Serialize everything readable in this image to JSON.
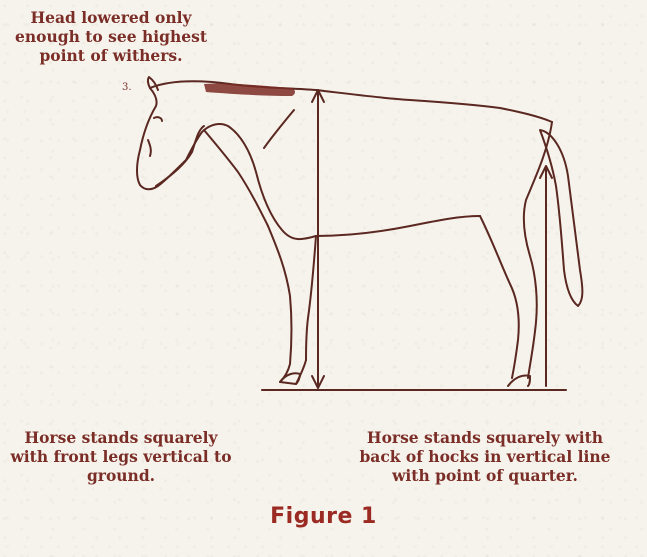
{
  "annotations": {
    "head_note": "Head lowered only enough to see highest point of withers.",
    "front_note": "Horse stands squarely with front legs vertical to ground.",
    "back_note": "Horse stands squarely with back of hocks in vertical line with point of quarter."
  },
  "caption": "Figure 1",
  "colors": {
    "text": "#7b2e27",
    "line": "#5a2820",
    "mane": "#7a2a24",
    "caption": "#9a2a22",
    "background": "#f6f3ec"
  }
}
